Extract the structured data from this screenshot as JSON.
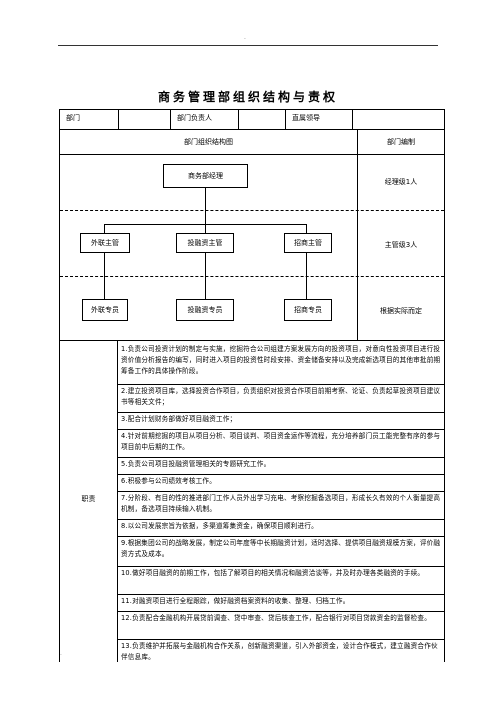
{
  "doc_title": "商务管理部组织结构与责权",
  "header_row": {
    "dept_label": "部门",
    "dept_value": "",
    "head_label": "部门负责人",
    "head_value": "",
    "superior_label": "直属领导",
    "superior_value": ""
  },
  "org_header": {
    "chart_label": "部门组织结构图",
    "staffing_label": "部门编制"
  },
  "org_chart": {
    "manager": "商务部经理",
    "supervisors": [
      "外联主管",
      "投融资主管",
      "招商主管"
    ],
    "specialists": [
      "外联专员",
      "投融资专员",
      "招商专员"
    ]
  },
  "staffing": [
    "经理级1人",
    "主管级3人",
    "根据实际而定"
  ],
  "duties_label": "职责",
  "duties": [
    "1.负责公司投资计划的制定与实施，挖掘符合公司组建方案发展方向的投资项目，对意向性投资项目进行投资价值分析报告的编写，同时进入项目的投资性时段安排、资金储备安排以及完成新选项目的其他审批前期筹备工作的具体操作阶段。",
    "2.建立投资项目库，选择投资合作项目，负责组织对投资合作项目前期考察、论证、负责起草投资项目建议书等相关文件；",
    "3.配合计划财务部做好项目融资工作；",
    "4.针对前期挖掘的项目从项目分析、项目谈判、项目资金运作等流程，充分培养部门员工能完整有序的参与项目前中后期的工作。",
    "5.负责公司项目投融资管理相关的专题研究工作。",
    "6.积极参与公司绩效考核工作。",
    "7.分阶段、有目的性的推进部门工作人员外出学习充电、考察挖掘备选项目，形成长久有效的个人衡量提高机制，备选项目持续输入机制。",
    "8.以公司发展宗旨为依据，多渠道筹集资金，确保项目顺利进行。",
    "9.根据集团公司的战略发展，制定公司年度等中长期融资计划，适时选择、提供项目融资规模方案，评价融资方式及成本。",
    "10.做好项目融资的前期工作，包括了解项目的相关情况和融资洽谈等，并及时办理各类融资的手续。",
    "11.对融资项目进行全程跟踪，做好融资档案资料的收集、整理、归档工作。",
    "12.负责配合金融机构开展贷前调查、贷中审查、贷后核查工作，配合银行对项目贷款资金的监督检查。",
    "13.负责维护并拓展与金融机构合作关系，创新融资渠道，引入外部资金，设计合作模式，建立融资合作伙伴信息库。"
  ],
  "footer_mark": "·"
}
